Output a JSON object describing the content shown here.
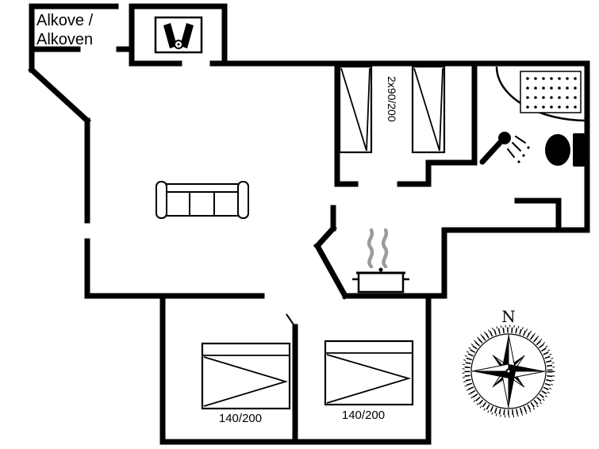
{
  "plan": {
    "alcove_label": [
      "Alkove /",
      "Alkoven"
    ],
    "top_bedroom_beds_label": "2x90/200",
    "bottom_left_bed_label": "140/200",
    "bottom_right_bed_label": "140/200",
    "compass_north_label": "N"
  },
  "colors": {
    "walls": "#000000",
    "background": "#ffffff",
    "steam": "#9b9b9b"
  }
}
